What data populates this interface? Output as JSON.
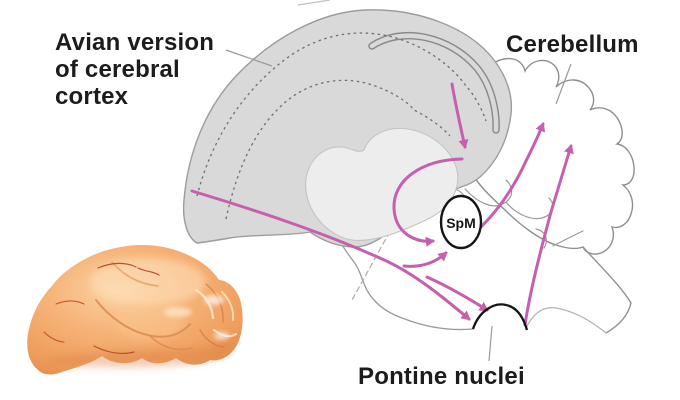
{
  "diagram": {
    "cortex_label": {
      "lines": [
        "Avian version",
        "of cerebral",
        "cortex"
      ]
    },
    "cerebellum_label": "Cerebellum",
    "pontine_label": "Pontine nuclei",
    "spm_label": "SpM",
    "colors": {
      "pathway_pink": "#c55fae",
      "cortex_fill": "#d9d9d9",
      "pale_inner_fill": "#ededed",
      "outline_gray": "#8f8f8f",
      "light_outline_gray": "#b5b5b5",
      "nucleus_outline_black": "#151515",
      "label_text": "#1c1c1c",
      "photo_peach": "#f4ad71",
      "photo_shadow": "#d97f42",
      "photo_vessel": "#b5401f"
    }
  }
}
